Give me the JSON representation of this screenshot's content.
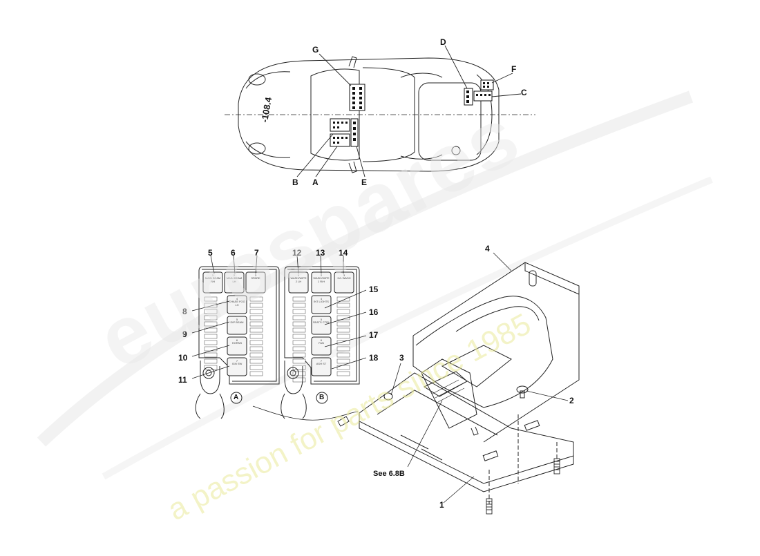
{
  "car_labels": {
    "A": "A",
    "B": "B",
    "C": "C",
    "D": "D",
    "E": "E",
    "F": "F",
    "G": "G",
    "datum": "-108.4"
  },
  "part_numbers": {
    "n1": "1",
    "n2": "2",
    "n3": "3",
    "n4": "4",
    "n5": "5",
    "n6": "6",
    "n7": "7",
    "n8": "8",
    "n9": "9",
    "n10": "10",
    "n11": "11",
    "n12": "12",
    "n13": "13",
    "n14": "14",
    "n15": "15",
    "n16": "16",
    "n17": "17",
    "n18": "18"
  },
  "callouts": {
    "panel_a": "A",
    "panel_b": "B",
    "see_ref": "See 6.8B"
  },
  "panel_a_relays": [
    {
      "num": "1",
      "text": "MAIN BEAM RH"
    },
    {
      "num": "2",
      "text": "MAIN BEAM LH"
    },
    {
      "num": "3",
      "text": "SPARE"
    },
    {
      "num": "4",
      "text": "CHASE FOG LH"
    },
    {
      "num": "5",
      "text": "DIP BEAM"
    },
    {
      "num": "6",
      "text": "HORNS"
    },
    {
      "num": "7",
      "text": "IGN SW"
    }
  ],
  "panel_b_relays": [
    {
      "num": "1",
      "text": "WASH/WIPE 2 LH"
    },
    {
      "num": "2",
      "text": "WASH/WIPE 1 R/H"
    },
    {
      "num": "3",
      "text": "H/L WASH"
    },
    {
      "num": "4",
      "text": "INT LIGHTS"
    },
    {
      "num": "5",
      "text": "SEATS CTRL"
    },
    {
      "num": "6",
      "text": "FAN"
    },
    {
      "num": "7",
      "text": "ASH ST"
    }
  ],
  "watermark": {
    "brand": "eurospares",
    "tagline": "a passion for parts since 1985"
  },
  "colors": {
    "line": "#222222",
    "watermark": "#eaea9a",
    "fill": "#f4f4f4"
  }
}
